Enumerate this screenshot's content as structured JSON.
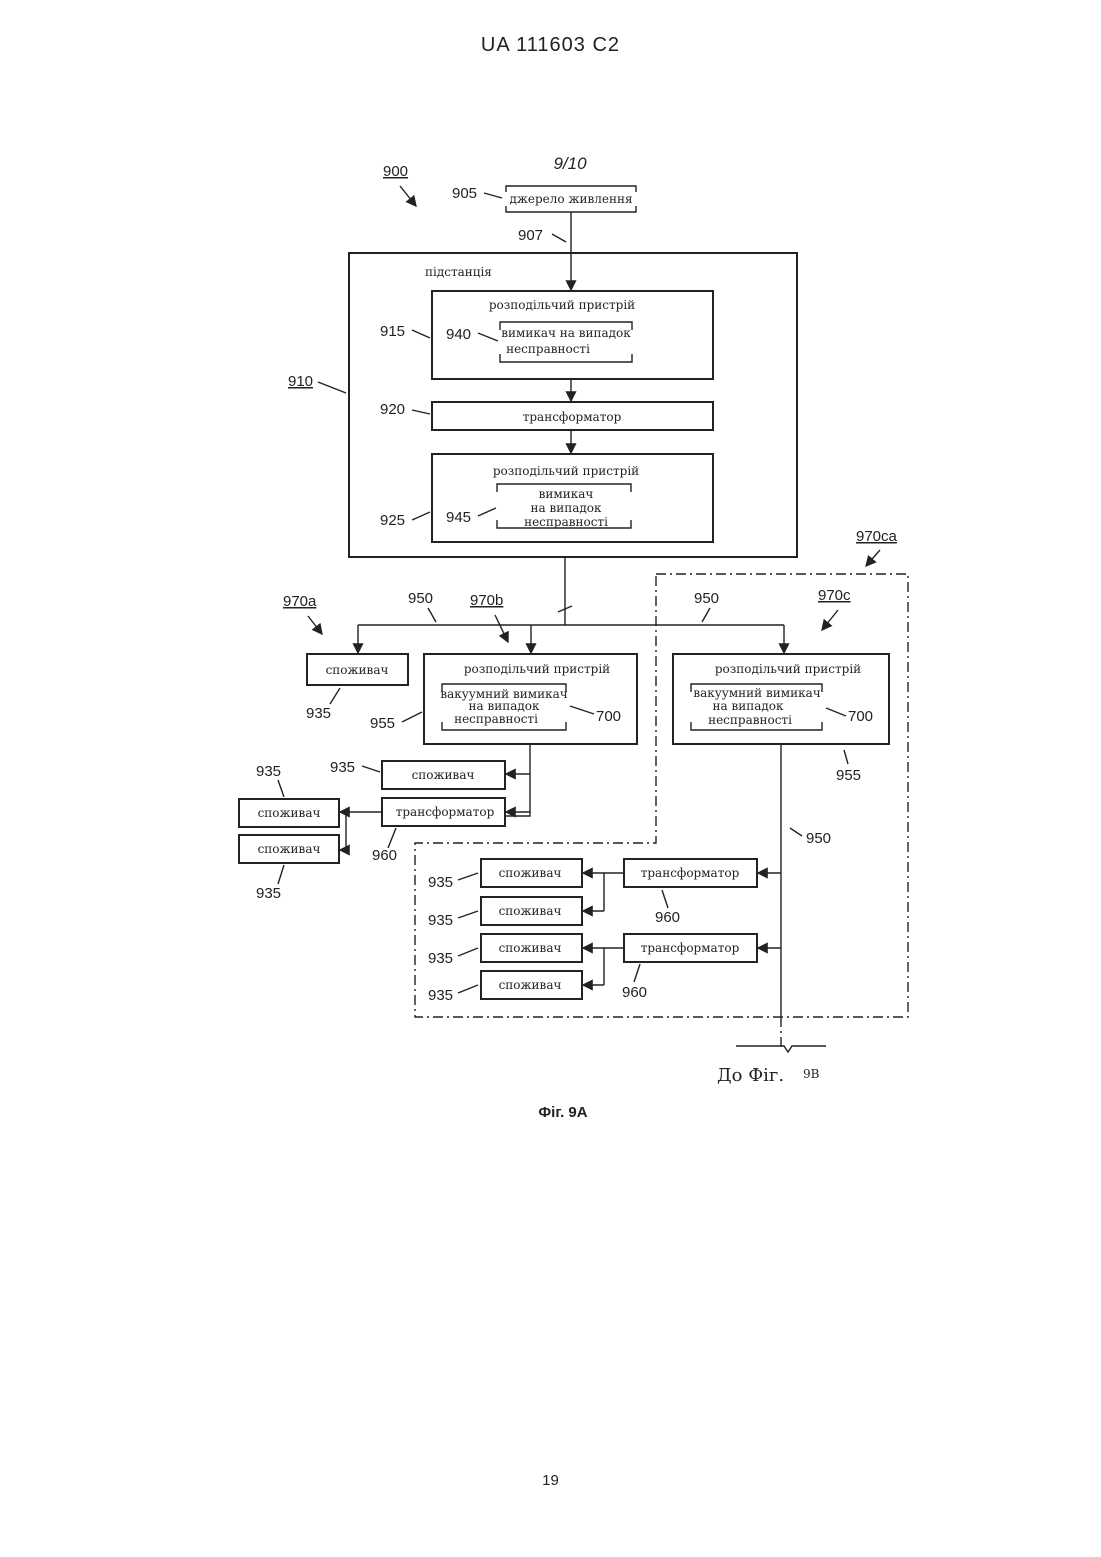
{
  "header": {
    "text": "UA   111603   C2"
  },
  "sheet": "9/10",
  "refs": {
    "r900": "900",
    "r905": "905",
    "r907": "907",
    "r910": "910",
    "r915": "915",
    "r920": "920",
    "r925": "925",
    "r940": "940",
    "r945": "945",
    "r950": "950",
    "r955": "955",
    "r960": "960",
    "r970a": "970a",
    "r970b": "970b",
    "r970c": "970c",
    "r970ca": "970ca",
    "r700": "700",
    "r935": "935"
  },
  "labels": {
    "source": "джерело живлення",
    "substation": "підстанція",
    "switchgear": "розподільчий пристрій",
    "breaker_l1": "вимикач на випадок",
    "breaker_l2": "несправності",
    "transformer": "трансформатор",
    "b945_l1": "вимикач",
    "b945_l2": "на випадок",
    "b945_l3": "несправності",
    "consumer": "споживач",
    "vac_l1": "вакуумний вимикач",
    "vac_l2": "на випадок",
    "vac_l3": "несправності",
    "to_fig": "До Фіг.",
    "to_fig_num": "9B"
  },
  "caption": "Фіг. 9А",
  "page_number": "19"
}
